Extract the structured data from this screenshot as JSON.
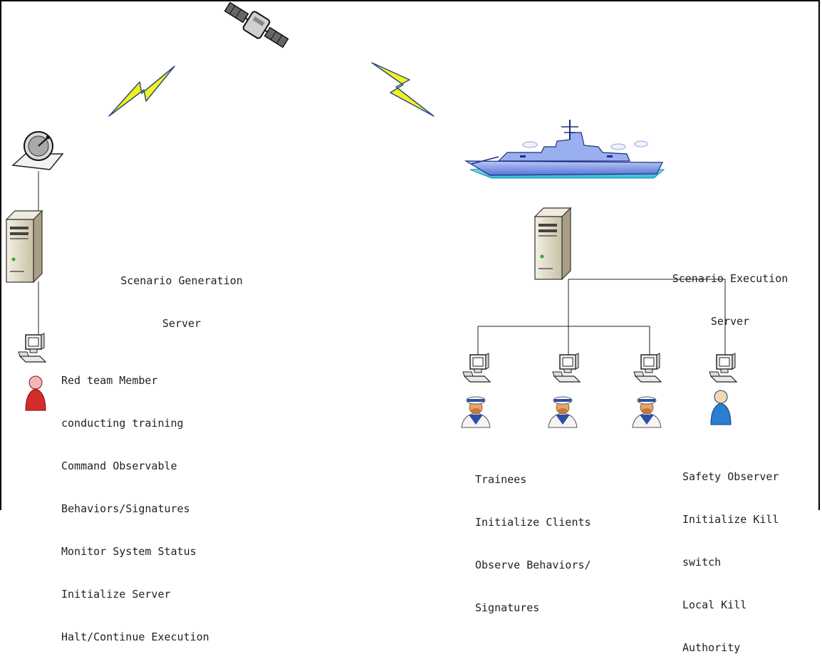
{
  "servers": {
    "generation": {
      "line1": "Scenario Generation",
      "line2": "Server"
    },
    "execution": {
      "line1": "Scenario Execution",
      "line2": "Server"
    }
  },
  "red_team": {
    "lines": [
      "Red team Member",
      "conducting training",
      "Command Observable",
      "Behaviors/Signatures",
      "Monitor System Status",
      "Initialize Server",
      "Halt/Continue Execution"
    ]
  },
  "trainees": {
    "lines": [
      "Trainees",
      "Initialize Clients",
      "Observe Behaviors/",
      "Signatures"
    ]
  },
  "safety": {
    "lines": [
      "Safety Observer",
      "Initialize Kill",
      "switch",
      "Local Kill",
      "Authority"
    ]
  },
  "icons": [
    "satellite-icon",
    "lightning-icon",
    "satellite-dish-icon",
    "server-icon",
    "workstation-icon",
    "ship-icon",
    "person-red-icon",
    "sailor-icon",
    "person-blue-icon"
  ],
  "colors": {
    "red_person": "#d62b2b",
    "blue_person": "#2a7fd0",
    "lightning": "#f2f21a",
    "server_body": "#e8e2d0"
  }
}
